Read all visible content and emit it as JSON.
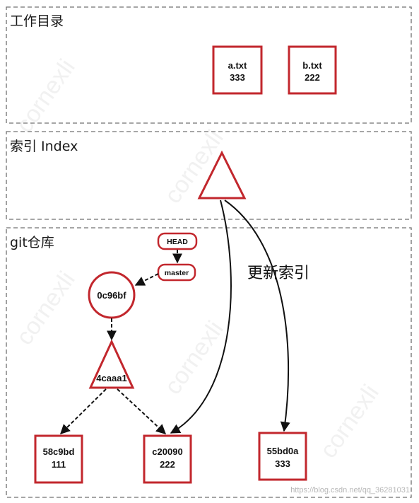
{
  "sections": {
    "workdir": {
      "title": "工作目录"
    },
    "index": {
      "title": "索引 Index"
    },
    "repo": {
      "title": "git仓库"
    }
  },
  "workdir_files": [
    {
      "name": "a.txt",
      "value": "333"
    },
    {
      "name": "b.txt",
      "value": "222"
    }
  ],
  "refs": {
    "head": "HEAD",
    "branch": "master"
  },
  "commit": {
    "id": "0c96bf"
  },
  "tree": {
    "id": "4caaa1"
  },
  "blobs": [
    {
      "id": "58c9bd",
      "value": "111"
    },
    {
      "id": "c20090",
      "value": "222"
    },
    {
      "id": "55bd0a",
      "value": "333"
    }
  ],
  "edge_label": "更新索引",
  "watermark": {
    "text": "cornexli",
    "footer": "https://blog.csdn.net/qq_36281031"
  },
  "colors": {
    "accent": "#c2272d",
    "border_dash": "#707070"
  }
}
